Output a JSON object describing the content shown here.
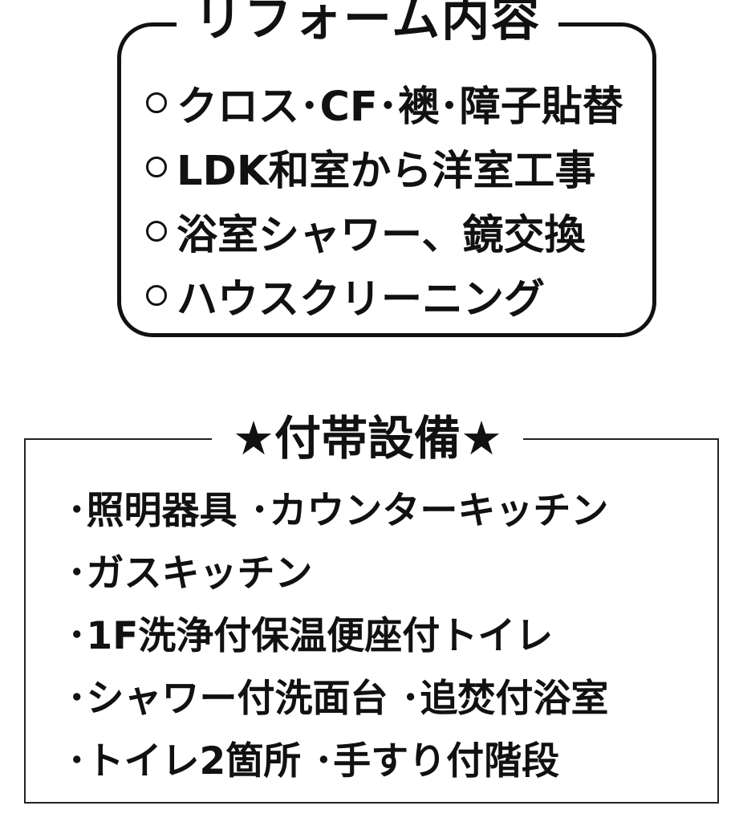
{
  "reform": {
    "title": "リフォーム内容",
    "items": [
      "クロス･CF･襖･障子貼替",
      "LDK和室から洋室工事",
      "浴室シャワー、鏡交換",
      "ハウスクリーニング"
    ]
  },
  "facilities": {
    "title": "★付帯設備★",
    "items": [
      "･照明器具 ･カウンターキッチン",
      "･ガスキッチン",
      "･1F洗浄付保温便座付トイレ",
      "･シャワー付洗面台 ･追焚付浴室",
      "･トイレ2箇所 ･手すり付階段"
    ]
  }
}
